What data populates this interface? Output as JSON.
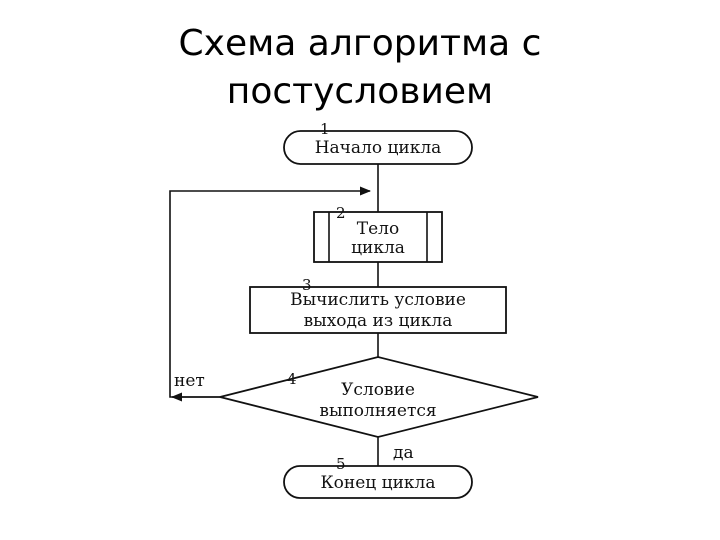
{
  "title": {
    "line1": "Схема алгоритма с",
    "line2": "постусловием"
  },
  "flowchart": {
    "nodes": [
      {
        "id": "start",
        "number": "1",
        "shape": "terminator",
        "lines": [
          "Начало цикла"
        ]
      },
      {
        "id": "body",
        "number": "2",
        "shape": "predefined-process",
        "lines": [
          "Тело",
          "цикла"
        ]
      },
      {
        "id": "compute",
        "number": "3",
        "shape": "process",
        "lines": [
          "Вычислить условие",
          "выхода из цикла"
        ]
      },
      {
        "id": "check",
        "number": "4",
        "shape": "decision",
        "lines": [
          "Условие",
          "выполняется"
        ]
      },
      {
        "id": "end",
        "number": "5",
        "shape": "terminator",
        "lines": [
          "Конец цикла"
        ]
      }
    ],
    "edge_labels": {
      "no": "нет",
      "yes": "да"
    },
    "line_color": "#111111"
  }
}
